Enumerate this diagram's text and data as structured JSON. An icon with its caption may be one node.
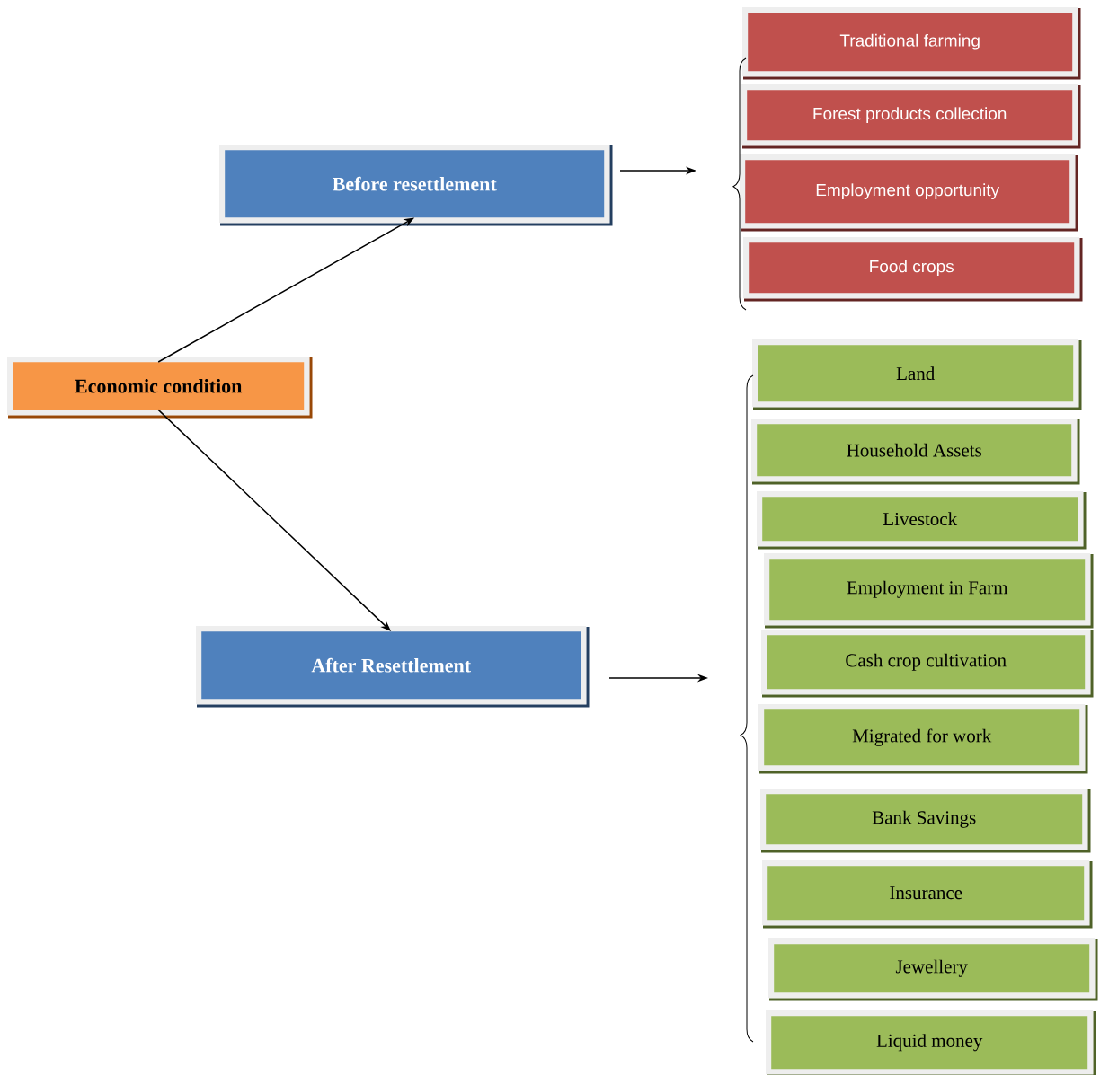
{
  "diagram": {
    "nodes": [
      {
        "text": [
          "Economic condition"
        ]
      },
      {
        "text": [
          "Before resettlement"
        ]
      },
      {
        "text": [
          "After Resettlement"
        ]
      },
      {
        "text": [
          "Traditional farming"
        ]
      },
      {
        "text": [
          "Forest products collection"
        ]
      },
      {
        "text": [
          "Employment opportunity"
        ]
      },
      {
        "text": [
          "Food crops"
        ]
      },
      {
        "text": [
          "Land"
        ]
      },
      {
        "text": [
          "Household Assets"
        ]
      },
      {
        "text": [
          "Livestock"
        ]
      },
      {
        "text": [
          "Employment in Farm"
        ]
      },
      {
        "text": [
          "Cash crop cultivation"
        ]
      },
      {
        "text": [
          "Migrated for work"
        ]
      },
      {
        "text": [
          "Bank Savings"
        ]
      },
      {
        "text": [
          "Insurance"
        ]
      },
      {
        "text": [
          "Jewellery"
        ]
      },
      {
        "text": [
          "Liquid money"
        ]
      }
    ],
    "edges": [
      {
        "from": 0,
        "to": 1,
        "arrow": "to"
      },
      {
        "from": 0,
        "to": 2,
        "arrow": "to"
      },
      {
        "from": 1,
        "to": null,
        "arrow": "to"
      },
      {
        "from": 2,
        "to": null,
        "arrow": "to"
      }
    ]
  }
}
